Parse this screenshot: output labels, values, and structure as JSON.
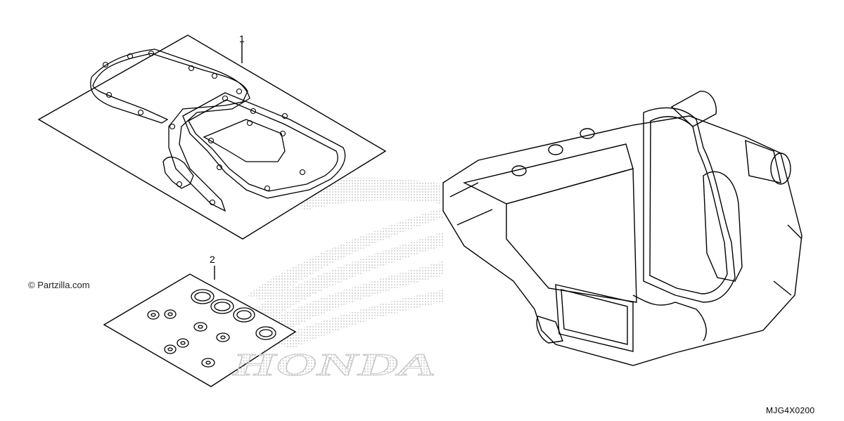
{
  "callouts": [
    {
      "id": "1"
    },
    {
      "id": "2"
    }
  ],
  "copyright": "© Partzilla.com",
  "diagram_code": "MJG4X0200",
  "watermark": {
    "text": "HONDA",
    "color": "#c8c8c8"
  },
  "stroke_color": "#000000"
}
